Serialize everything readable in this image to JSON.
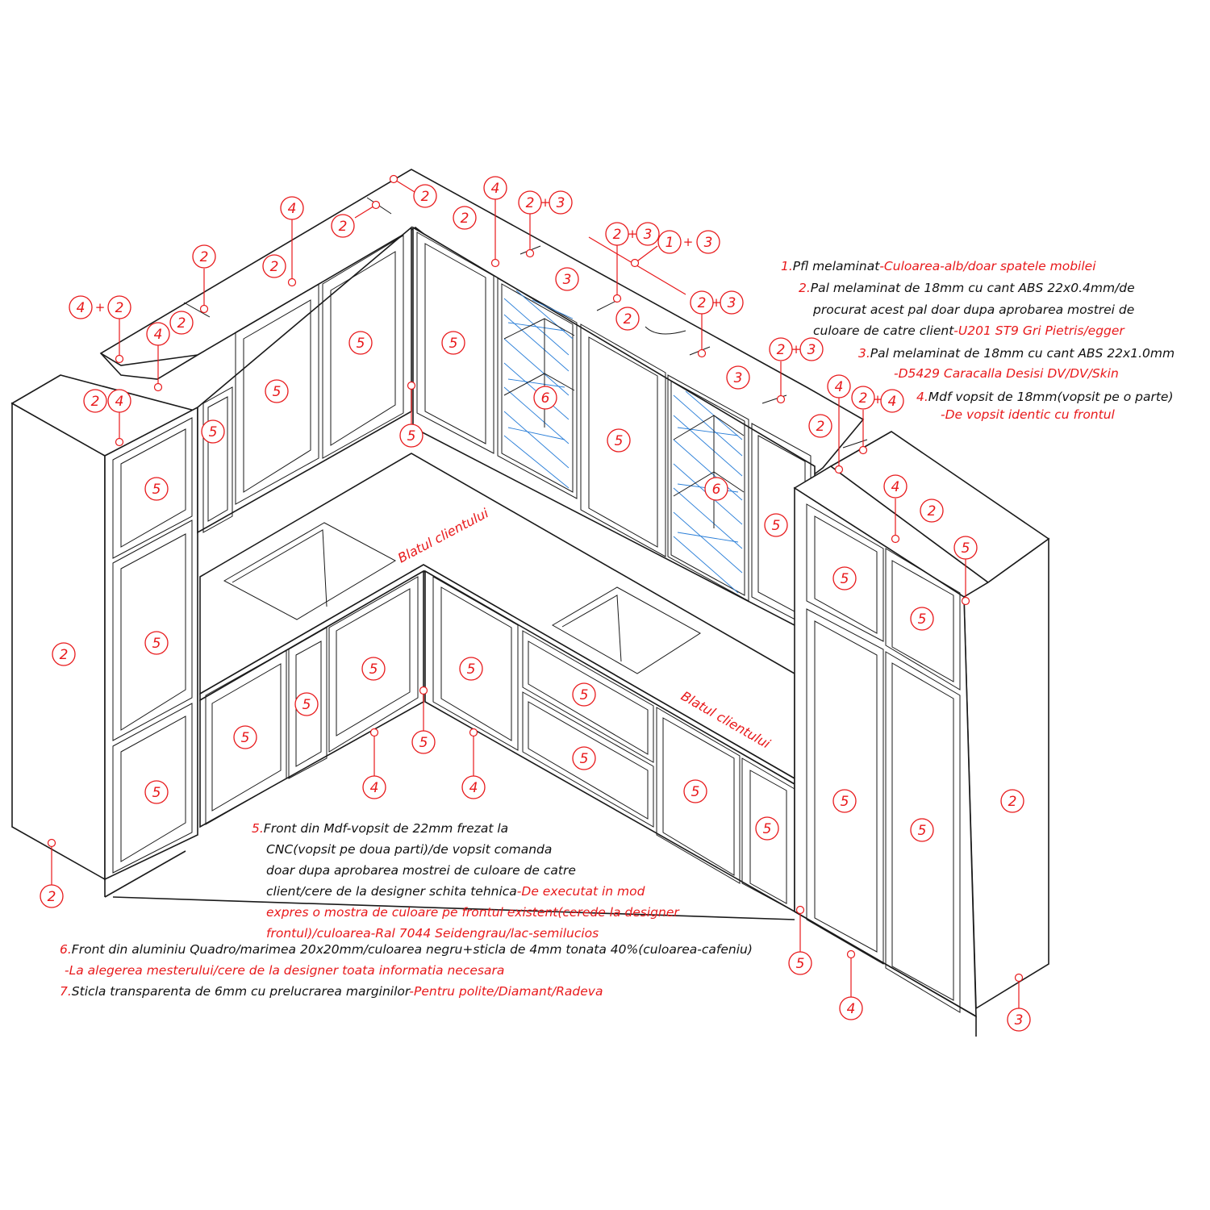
{
  "colors": {
    "line": "#1a1a1a",
    "callout": "#e8191b",
    "glass": "#2b7fd8",
    "background": "#ffffff"
  },
  "countertop_labels": [
    "Blatul clientului",
    "Blatul clientului"
  ],
  "legend": [
    {
      "number": "1.",
      "text": "Pfl melaminat",
      "highlight": "-Culoarea-alb/doar spatele mobilei"
    },
    {
      "number": "2.",
      "text": "Pal melaminat de 18mm cu cant ABS 22x0.4mm/de",
      "cont": [
        "procurat acest pal doar dupa aprobarea mostrei de",
        "culoare de catre client"
      ],
      "highlight": "-U201 ST9 Gri Pietris/egger"
    },
    {
      "number": "3.",
      "text": "Pal melaminat de 18mm cu cant ABS 22x1.0mm",
      "highlight": "-D5429 Caracalla Desisi DV/DV/Skin"
    },
    {
      "number": "4.",
      "text": "Mdf vopsit de 18mm(vopsit pe o parte)",
      "highlight": "-De vopsit identic cu frontul"
    },
    {
      "number": "5.",
      "text": "Front din Mdf-vopsit de 22mm frezat la",
      "cont": [
        "CNC(vopsit pe doua parti)/de vopsit comanda",
        "doar dupa aprobarea mostrei de culoare de catre",
        "client/cere de la designer schita tehnica"
      ],
      "highlight": "-De executat in mod",
      "highlight_cont": [
        "expres o mostra de culoare pe frontul existent(cerede la designer",
        "frontul)/culoarea-Ral 7044 Seidengrau/lac-semilucios"
      ]
    },
    {
      "number": "6.",
      "text": "Front din aluminiu Quadro/marimea 20x20mm/culoarea negru+sticla de 4mm tonata 40%(culoarea-cafeniu)",
      "highlight": "-La alegerea mesterului/cere de la designer toata informatia necesara"
    },
    {
      "number": "7.",
      "text": "Sticla transparenta de 6mm cu prelucrarea marginilor",
      "highlight": "-Pentru polite/Diamant/Radeva"
    }
  ],
  "callouts": {
    "c_2_top1": "2",
    "c_2_top2": "2",
    "c_2_top3": "2",
    "c_4_top1": "4",
    "c_23_a2": "2",
    "c_23_a3": "3",
    "c_2_t4": "2",
    "c_4_t4": "4",
    "c_2_t5": "2",
    "c_2_t6": "2",
    "c_3_t1": "3",
    "c_23b2": "2",
    "c_23b3": "3",
    "c_13_1": "1",
    "c_13_3": "3",
    "c_2_t7": "2",
    "c_23c2": "2",
    "c_23c3": "3",
    "c_42_4": "4",
    "c_42_2": "2",
    "c_4_b": "4",
    "c_2_b": "2",
    "c_2_c": "2",
    "c_4_c": "4",
    "c_3_t2": "3",
    "c_23d2": "2",
    "c_23d3": "3",
    "c_2_d": "2",
    "c_4_d": "4",
    "c_24_2": "2",
    "c_24_4": "4",
    "c_4_e": "4",
    "c_2_e": "2",
    "c_5_e": "5",
    "c_2_lt": "2",
    "c_2_lb": "2",
    "c_2_rt": "2",
    "c_3_rb": "3",
    "f1": "5",
    "f2": "5",
    "f3": "5",
    "f4": "5",
    "f5": "5",
    "f6": "5",
    "f7": "5",
    "f8": "5",
    "f9": "6",
    "f10": "5",
    "f11": "6",
    "f12": "5",
    "f13": "5",
    "f14": "5",
    "f15": "5",
    "f16": "5",
    "f17": "5",
    "f18": "5",
    "f19": "5",
    "f20": "5",
    "f21": "5",
    "f22": "5",
    "f23": "5",
    "f24": "5",
    "f25": "5",
    "f26": "5",
    "f27": "5",
    "f28": "5",
    "f29": "5",
    "b_4a": "4",
    "b_5a": "5",
    "b_4b": "4",
    "b_5b": "5",
    "b_4c": "4"
  },
  "plus_sign": "+"
}
